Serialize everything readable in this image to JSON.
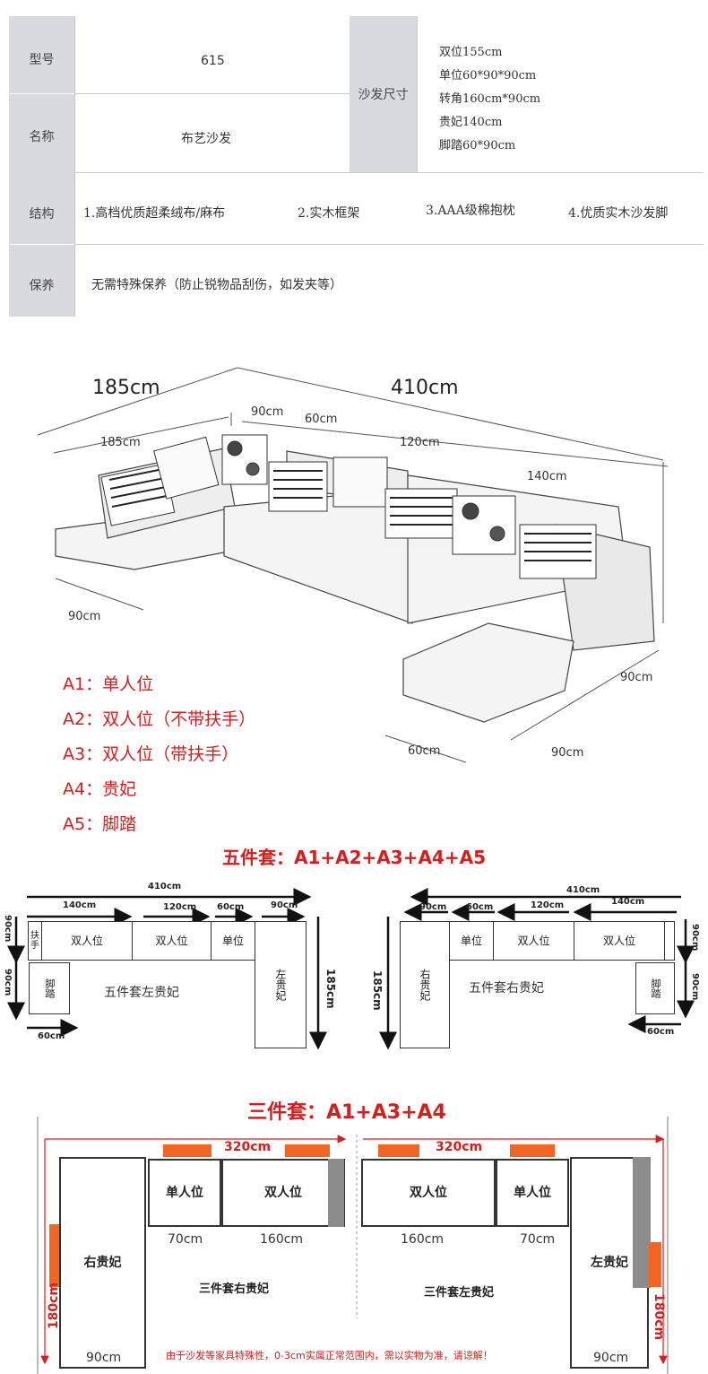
{
  "spec": {
    "rows": [
      {
        "label": "型号",
        "value": "615"
      },
      {
        "label": "名称",
        "value": "布艺沙发"
      },
      {
        "label": "结构",
        "items": [
          "1.高档优质超柔绒布/麻布",
          "2.实木框架",
          "3.AAA级棉抱枕",
          "4.优质实木沙发脚"
        ]
      },
      {
        "label": "保养",
        "value": "无需特殊保养（防止锐物品刮伤，如发夹等）"
      }
    ],
    "size_label": "沙发尺寸",
    "sizes": [
      "双位155cm",
      "单位60*90*90cm",
      "转角160cm*90cm",
      "贵妃140cm",
      "脚踏60*90cm"
    ]
  },
  "sketch": {
    "dims": {
      "top_left": "185cm",
      "top_right": "410cm",
      "d90a": "90cm",
      "d60a": "60cm",
      "d185": "185cm",
      "d120": "120cm",
      "d140": "140cm",
      "d90b": "90cm",
      "d90c": "90cm",
      "d60b": "60cm",
      "d90d": "90cm"
    }
  },
  "legend": [
    "A1：单人位",
    "A2：双人位（不带扶手）",
    "A3：双人位（带扶手）",
    "A4：贵妃",
    "A5：脚踏"
  ],
  "five_set": {
    "title": "五件套：A1+A2+A3+A4+A5",
    "left": {
      "caption": "五件套左贵妃",
      "total": "410cm",
      "d140": "140cm",
      "d120": "120cm",
      "d60": "60cm",
      "d90": "90cm",
      "side90a": "90cm",
      "side90b": "90cm",
      "bottom60": "60cm",
      "right185": "185cm",
      "boxes": {
        "armrest": "扶手",
        "double1": "双人位",
        "double2": "双人位",
        "single": "单位",
        "footrest": "脚踏",
        "chaise": "左贵妃"
      }
    },
    "right": {
      "caption": "五件套右贵妃",
      "total": "410cm",
      "d90": "90cm",
      "d60": "60cm",
      "d120": "120cm",
      "d140": "140cm",
      "side90a": "90cm",
      "side90b": "90cm",
      "bottom60": "60cm",
      "left185": "185cm",
      "boxes": {
        "chaise": "右贵妃",
        "single": "单位",
        "double1": "双人位",
        "double2": "双人位",
        "footrest": "脚踏"
      }
    }
  },
  "three_set": {
    "title": "三件套：A1+A3+A4",
    "left": {
      "caption": "三件套右贵妃",
      "total": "320cm",
      "chaise": "右贵妃",
      "single": "单人位",
      "double": "双人位",
      "w70": "70cm",
      "w160": "160cm",
      "h180": "180cm",
      "w90": "90cm"
    },
    "right": {
      "caption": "三件套左贵妃",
      "total": "320cm",
      "chaise": "左贵妃",
      "single": "单人位",
      "double": "双人位",
      "w70": "70cm",
      "w160": "160cm",
      "h180": "180cm",
      "w90": "90cm"
    },
    "note": "由于沙发等家具特殊性，0-3cm实属正常范围内，需以实物为准，请谅解！"
  },
  "colors": {
    "accent_red": "#d81d1d",
    "orange": "#f26522",
    "gray_bar": "#8c8c8c",
    "header_bg": "#d9d9e0"
  }
}
